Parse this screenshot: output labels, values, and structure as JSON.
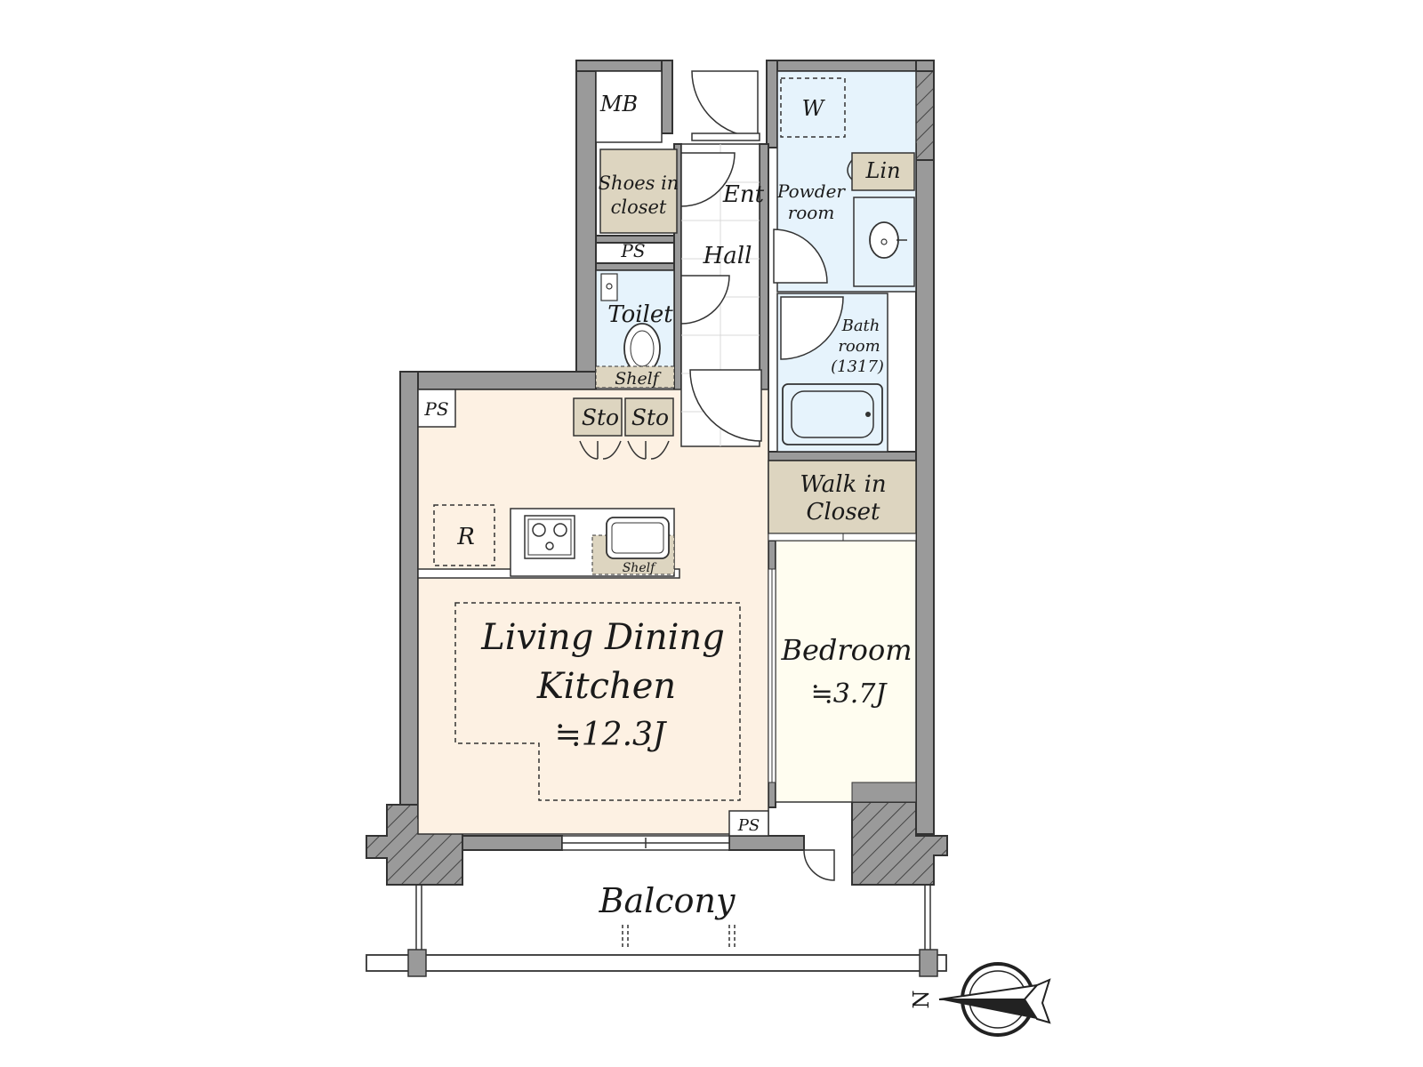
{
  "colors": {
    "wall": "#9a9a9a",
    "wall_outline": "#333333",
    "living": "#fdf1e3",
    "bedroom": "#fffdf0",
    "wet_area": "#e6f3fc",
    "storage": "#ddd5c0",
    "hall": "#ffffff"
  },
  "labels": {
    "mb": "MB",
    "washer": "W",
    "shoes_closet_line1": "Shoes in",
    "shoes_closet_line2": "closet",
    "entrance": "Ent",
    "powder_room_line1": "Powder",
    "powder_room_line2": "room",
    "linen": "Lin",
    "ps_top": "PS",
    "hall": "Hall",
    "toilet": "Toilet",
    "toilet_shelf": "Shelf",
    "bathroom_line1": "Bath",
    "bathroom_line2": "room",
    "bathroom_line3": "(1317)",
    "ps_living": "PS",
    "storage_1": "Sto",
    "storage_2": "Sto",
    "walk_in_closet_line1": "Walk in",
    "walk_in_closet_line2": "Closet",
    "refrigerator": "R",
    "kitchen_shelf": "Shelf",
    "ldk_line1": "Living Dining",
    "ldk_line2": "Kitchen",
    "ldk_size": "≒12.3J",
    "bedroom": "Bedroom",
    "bedroom_size": "≒3.7J",
    "ps_bottom": "PS",
    "balcony": "Balcony",
    "north": "N"
  },
  "icons": {
    "compass": "north-compass-icon",
    "stove": "stove-icon",
    "sink": "sink-icon",
    "bathtub": "bathtub-icon",
    "toilet": "toilet-icon",
    "washbasin": "washbasin-icon"
  }
}
